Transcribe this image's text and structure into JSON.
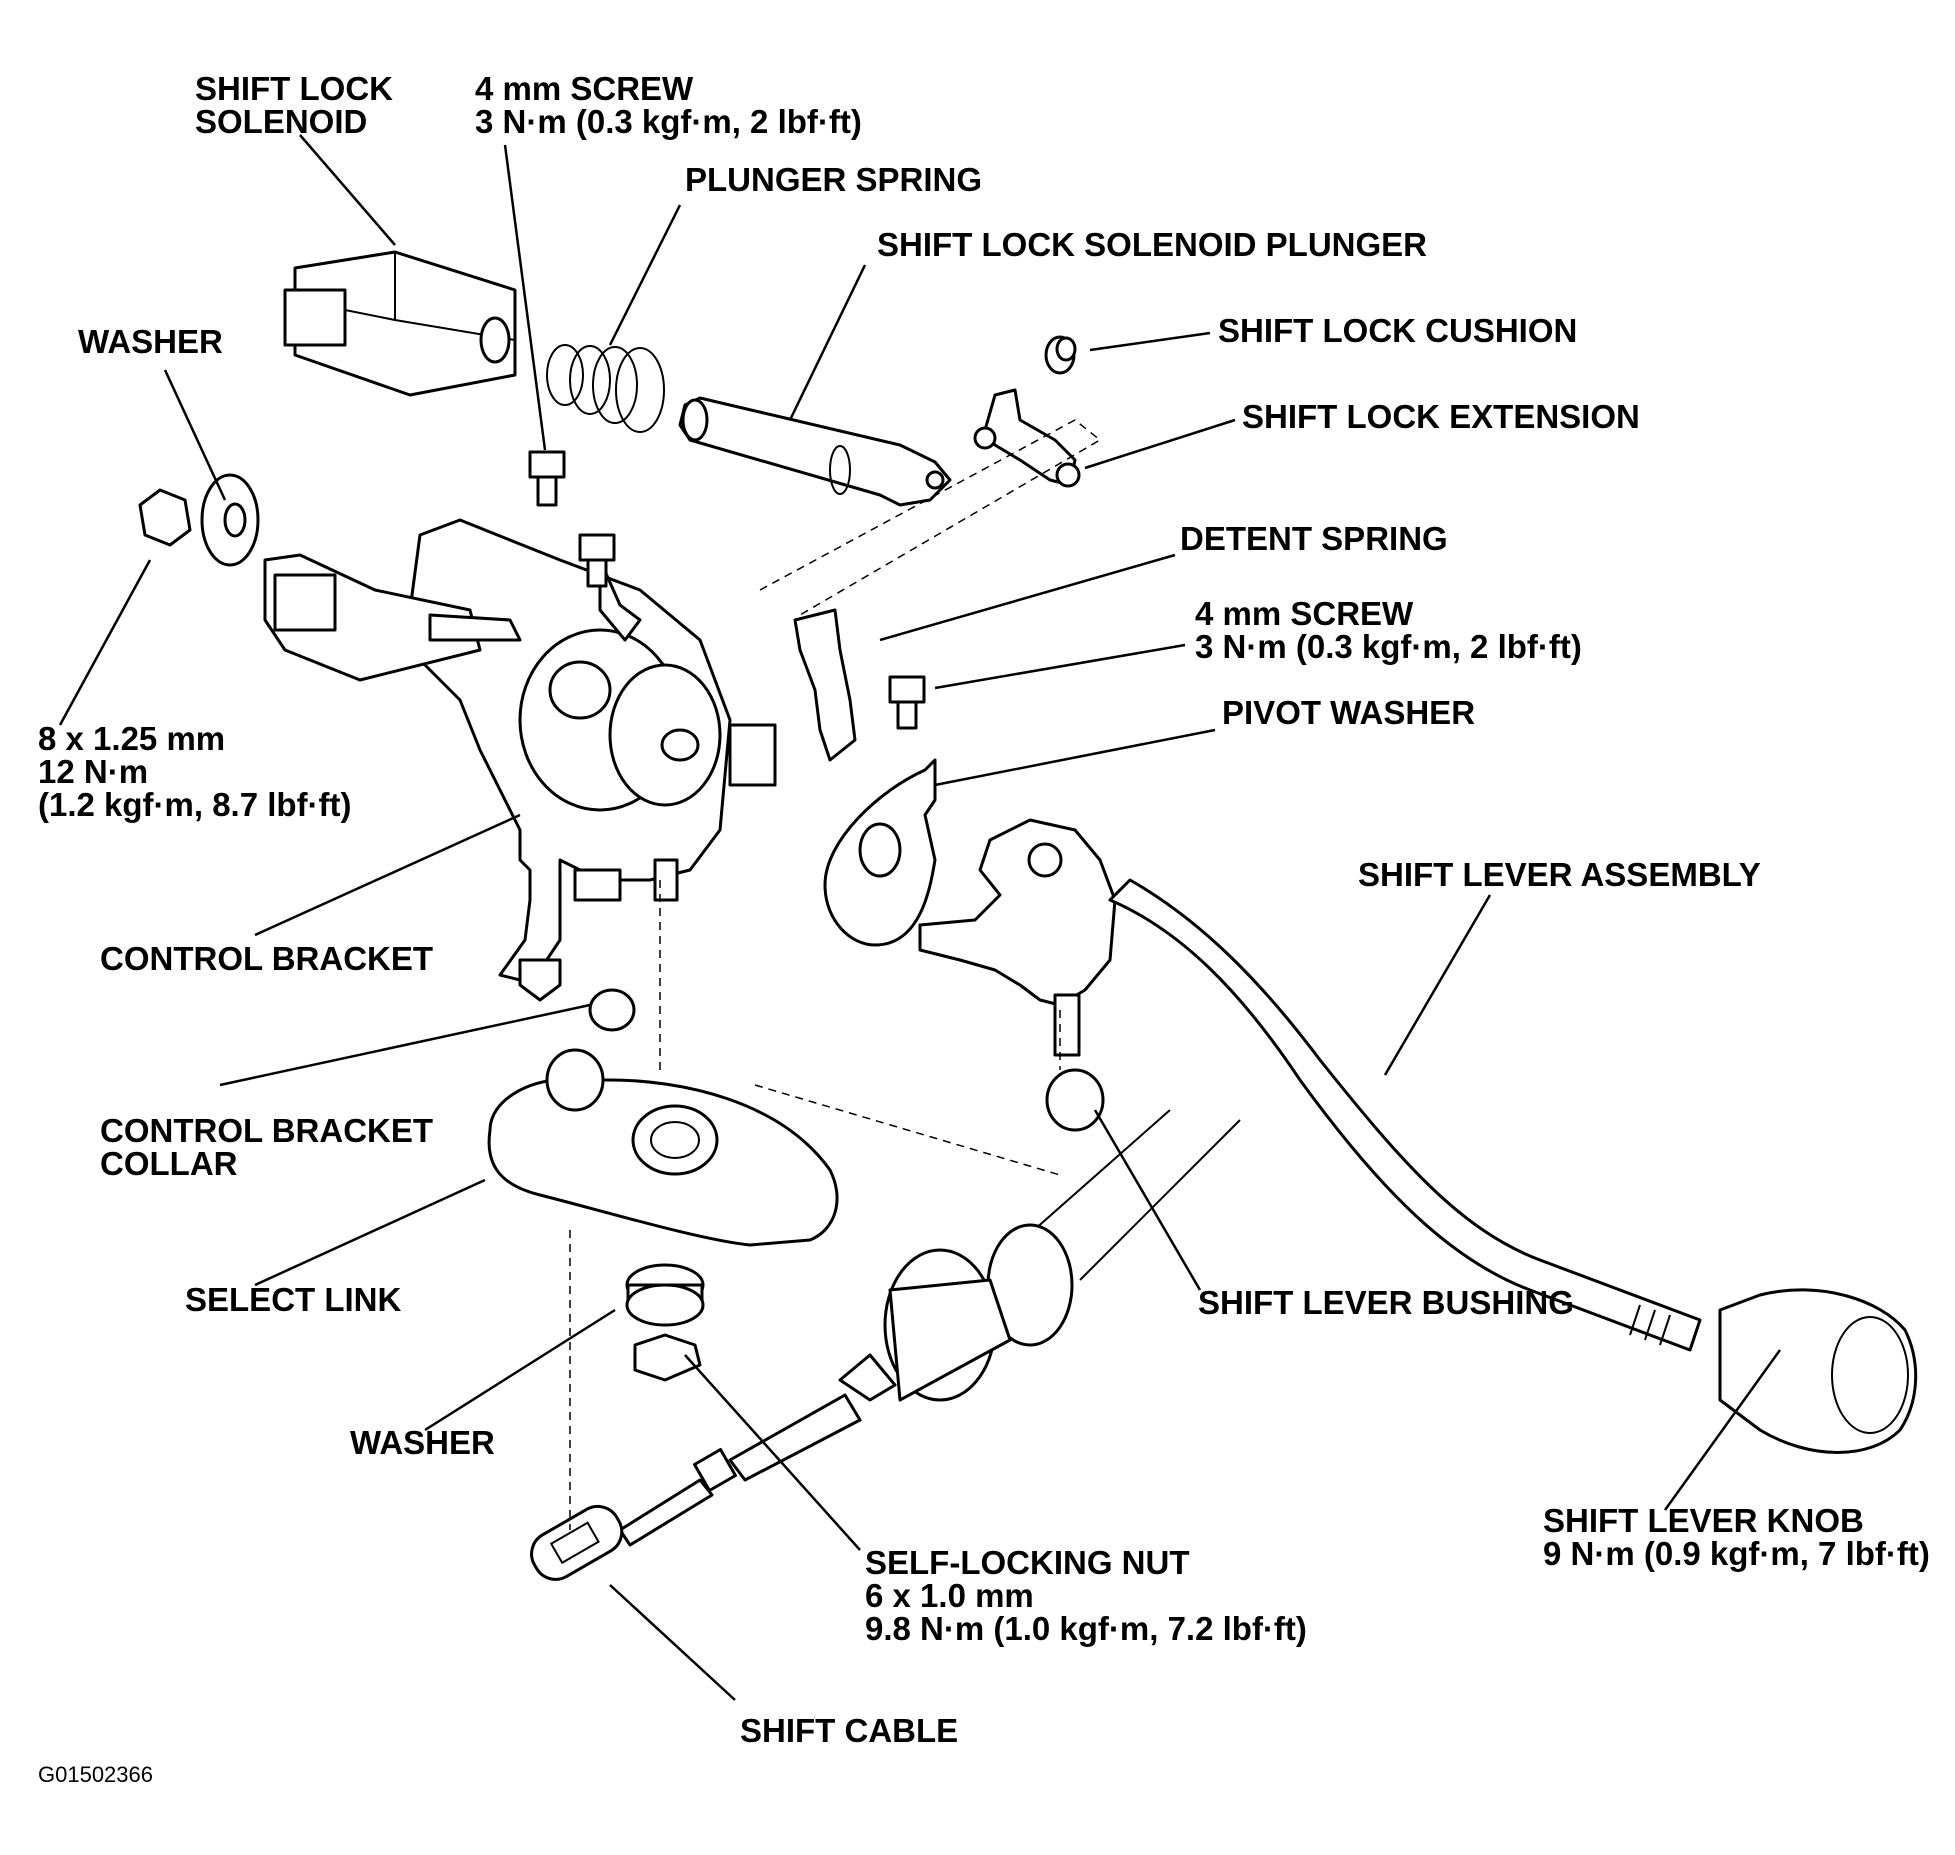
{
  "labels": {
    "shift_lock_solenoid": [
      "SHIFT LOCK",
      "SOLENOID"
    ],
    "screw_top": [
      "4 mm SCREW",
      "3 N·m (0.3 kgf·m, 2 lbf·ft)"
    ],
    "plunger_spring": [
      "PLUNGER SPRING"
    ],
    "shift_lock_solenoid_plunger": [
      "SHIFT LOCK SOLENOID PLUNGER"
    ],
    "washer_top": [
      "WASHER"
    ],
    "shift_lock_cushion": [
      "SHIFT LOCK CUSHION"
    ],
    "shift_lock_extension": [
      "SHIFT LOCK EXTENSION"
    ],
    "detent_spring": [
      "DETENT SPRING"
    ],
    "screw_mid": [
      "4 mm SCREW",
      "3 N·m (0.3 kgf·m, 2 lbf·ft)"
    ],
    "nut_8mm": [
      "8 x 1.25 mm",
      "12 N·m",
      "(1.2 kgf·m, 8.7 lbf·ft)"
    ],
    "pivot_washer": [
      "PIVOT WASHER"
    ],
    "shift_lever_assembly": [
      "SHIFT LEVER ASSEMBLY"
    ],
    "control_bracket": [
      "CONTROL BRACKET"
    ],
    "control_bracket_collar": [
      "CONTROL BRACKET",
      "COLLAR"
    ],
    "select_link": [
      "SELECT LINK"
    ],
    "shift_lever_bushing": [
      "SHIFT LEVER BUSHING"
    ],
    "washer_bottom": [
      "WASHER"
    ],
    "self_locking_nut": [
      "SELF-LOCKING NUT",
      "6 x 1.0 mm",
      "9.8 N·m (1.0 kgf·m, 7.2 lbf·ft)"
    ],
    "shift_lever_knob": [
      "SHIFT LEVER KNOB",
      "9 N·m (0.9 kgf·m, 7 lbf·ft)"
    ],
    "shift_cable": [
      "SHIFT CABLE"
    ]
  },
  "figure_code": "G01502366"
}
